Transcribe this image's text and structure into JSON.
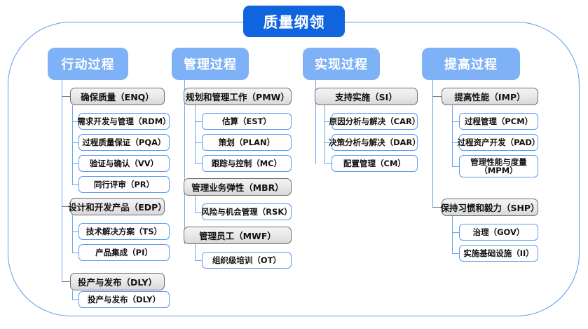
{
  "diagram": {
    "root": {
      "label": "质量纲领"
    },
    "colors": {
      "root_fill": "#1064dd",
      "category_fill": "#7eb1f5",
      "group_border": "#6f6f6f",
      "leaf_border": "#5b9bef",
      "connector": "#6aa5ef",
      "frame_border": "#5b9bef"
    },
    "categories": [
      {
        "label": "行动过程",
        "groups": [
          {
            "label": "确保质量（ENQ）",
            "children": [
              {
                "label": "需求开发与管理（RDM）"
              },
              {
                "label": "过程质量保证（PQA）"
              },
              {
                "label": "验证与确认（VV）"
              },
              {
                "label": "同行评审（PR）"
              }
            ]
          },
          {
            "label": "设计和开发产品（EDP）",
            "children": [
              {
                "label": "技术解决方案（TS）"
              },
              {
                "label": "产品集成（PI）"
              }
            ]
          },
          {
            "label": "投产与发布（DLY）",
            "children": [
              {
                "label": "投产与发布（DLY）"
              }
            ]
          }
        ]
      },
      {
        "label": "管理过程",
        "groups": [
          {
            "label": "规划和管理工作（PMW）",
            "children": [
              {
                "label": "估算（EST）"
              },
              {
                "label": "策划（PLAN）"
              },
              {
                "label": "跟踪与控制（MC）"
              }
            ]
          },
          {
            "label": "管理业务弹性（MBR）",
            "children": [
              {
                "label": "风险与机会管理（RSK）"
              }
            ]
          },
          {
            "label": "管理员工（MWF）",
            "children": [
              {
                "label": "组织级培训（OT）"
              }
            ]
          }
        ]
      },
      {
        "label": "实现过程",
        "groups": [
          {
            "label": "支持实施（SI）",
            "children": [
              {
                "label": "原因分析与解决（CAR）"
              },
              {
                "label": "决策分析与解决（DAR）"
              },
              {
                "label": "配置管理（CM）"
              }
            ]
          }
        ]
      },
      {
        "label": "提高过程",
        "groups": [
          {
            "label": "提高性能（IMP）",
            "children": [
              {
                "label": "过程管理（PCM）"
              },
              {
                "label": "过程资产开发（PAD）"
              },
              {
                "label": "管理性能与度量\n（MPM）"
              }
            ]
          },
          {
            "label": "保持习惯和毅力（SHP）",
            "children": [
              {
                "label": "治理（GOV）"
              },
              {
                "label": "实施基础设施（II）"
              }
            ]
          }
        ]
      }
    ]
  }
}
